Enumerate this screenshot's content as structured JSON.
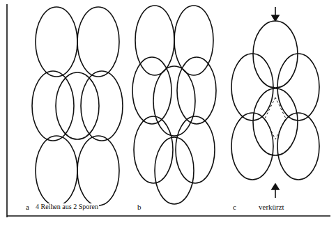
{
  "diagram": {
    "labels": [
      "a",
      "4 Reihen aus 2 Sporen",
      "b",
      "c",
      "verkürzt"
    ]
  }
}
